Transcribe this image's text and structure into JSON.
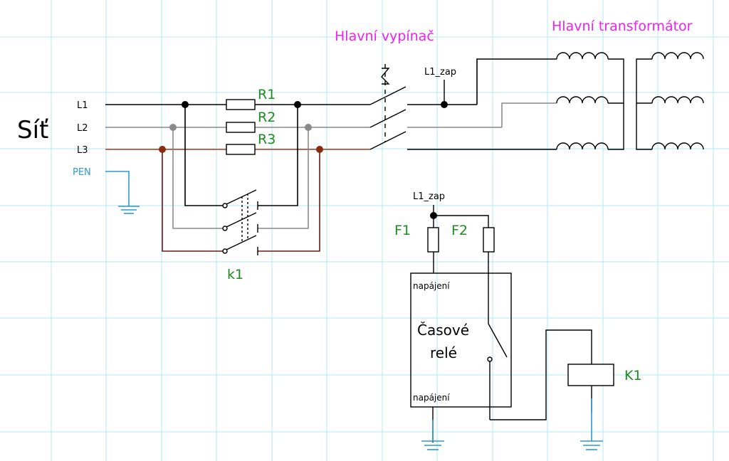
{
  "network": {
    "title": "Síť",
    "phases": [
      "L1",
      "L2",
      "L3"
    ],
    "pen": "PEN"
  },
  "resistors": [
    "R1",
    "R2",
    "R3"
  ],
  "contactor_k1": "k1",
  "main_switch": {
    "title": "Hlavní vypínač",
    "tap_label": "L1_zap"
  },
  "main_transformer": {
    "title": "Hlavní transformátor"
  },
  "control": {
    "supply_label": "L1_zap",
    "fuses": [
      "F1",
      "F2"
    ],
    "relay": {
      "title_line1": "Časové",
      "title_line2": "relé",
      "terminal_top": "napájení",
      "terminal_bottom": "napájení"
    },
    "coil": "K1"
  },
  "colors": {
    "label_green": "#1f8a1f",
    "title_magenta": "#ee22ee",
    "pen_blue": "#2b9ad6",
    "grid": "#b2eaf3",
    "phase_L1": "#000000",
    "phase_L2": "#8a8a8a",
    "phase_L3": "#a0421c"
  }
}
